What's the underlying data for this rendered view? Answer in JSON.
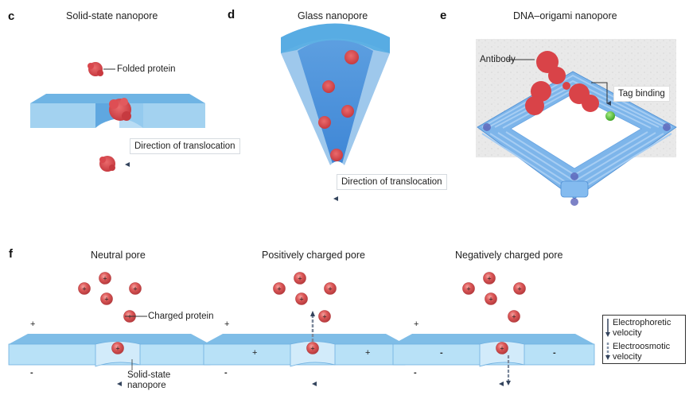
{
  "panels": {
    "c": {
      "letter": "c",
      "title": "Solid-state nanopore",
      "labels": {
        "protein": "Folded protein",
        "direction": "Direction of translocation"
      }
    },
    "d": {
      "letter": "d",
      "title": "Glass nanopore",
      "labels": {
        "direction": "Direction of translocation"
      }
    },
    "e": {
      "letter": "e",
      "title": "DNA–origami nanopore",
      "labels": {
        "antibody": "Antibody",
        "tag": "Tag binding"
      }
    },
    "f": {
      "letter": "f",
      "subpanels": [
        {
          "title": "Neutral pore",
          "top_electrode": "+",
          "bottom_electrode": "-",
          "wall_charge": "",
          "labels": {
            "protein": "Charged protein",
            "pore": "Solid-state\nnanopore"
          }
        },
        {
          "title": "Positively charged pore",
          "top_electrode": "+",
          "bottom_electrode": "-",
          "wall_charge": "+"
        },
        {
          "title": "Negatively charged pore",
          "top_electrode": "+",
          "bottom_electrode": "-",
          "wall_charge": "-"
        }
      ],
      "protein_charge": "+",
      "legend": {
        "electrophoretic": [
          "Electrophoretic",
          "velocity"
        ],
        "electroosmotic": [
          "Electroosmotic",
          "velocity"
        ]
      }
    }
  },
  "colors": {
    "slab_top": "#6db3e6",
    "slab_front": "#a4d3f1",
    "pore_inner": "#cfe7f8",
    "protein": "#d9474d",
    "charged_ball": "#de5a5a",
    "arrow": "#3c4d66",
    "tag": "#5ec43b",
    "origami": "#7fb6ea"
  }
}
